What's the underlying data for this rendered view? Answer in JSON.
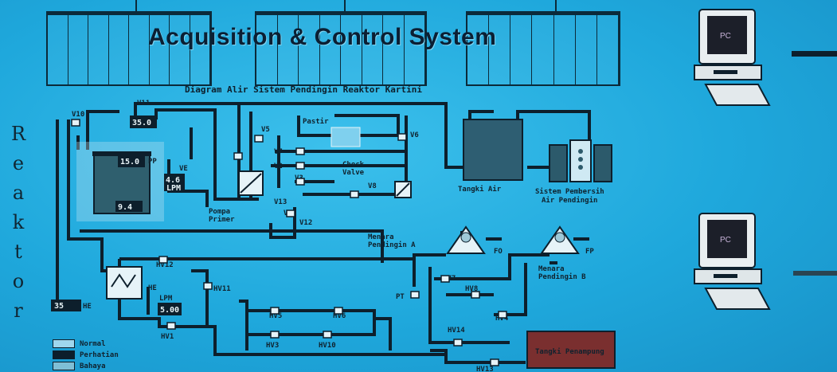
{
  "title": "Acquisition & Control System",
  "diagram_title": "Diagram Alir Sistem Pendingin Reaktor Kartini",
  "vertical_word": [
    "R",
    "e",
    "a",
    "k",
    "t",
    "o",
    "r"
  ],
  "pc_labels": {
    "top": "PC",
    "bottom": "PC"
  },
  "displays": {
    "d_top": "35.0",
    "d_mid": "15.0",
    "d_bottom": "9.4",
    "d_flow": "4.6",
    "d_hx": "35",
    "d_lpm": "5.00"
  },
  "labels": {
    "v10": "V10",
    "v11": "V11",
    "pp": "PP",
    "lpm": "LPM",
    "ve": "VE",
    "pastir": "Pastir",
    "check_valve_1": "Check",
    "check_valve_2": "Valve",
    "v5a": "V5",
    "v6": "V6",
    "v7": "V7",
    "v2": "V2",
    "v3": "V3",
    "v8": "V8",
    "v13": "V13",
    "v9": "V9",
    "v12": "V12",
    "pompa_1": "Pompa",
    "pompa_2": "Primer",
    "tangki": "Tangki Air",
    "pembersih_1": "Sistem Pembersih",
    "pembersih_2": "Air Pendingin",
    "menara_a1": "Menara",
    "menara_a2": "Pendingin A",
    "menara_b1": "Menara",
    "menara_b2": "Pendingin B",
    "hx": "HE",
    "hx_label": "HE",
    "hv12": "HV12",
    "hv11": "HV11",
    "hv1": "HV1",
    "hv5": "HV5",
    "hv6": "HV6",
    "hv3": "HV3",
    "hv10": "HV10",
    "hv7": "HV7",
    "hv8": "HV8",
    "hv4": "HV4",
    "hv14": "HV14",
    "hv13": "HV13",
    "lpm2": "LPM",
    "tank_box": "Tangki Penampung",
    "pt": "PT",
    "fo": "FO",
    "fp": "FP"
  },
  "legend": [
    {
      "label": "Normal",
      "color": "#9fd7ee"
    },
    {
      "label": "Perhatian",
      "color": "#0c1e2c"
    },
    {
      "label": "Bahaya",
      "color": "#7fbfd6"
    }
  ],
  "colors": {
    "pipe": "#0d1f2c",
    "reactor": "#2f5f6e",
    "tank": "#2e5e72",
    "box": "#2c5a6b",
    "tankbox": "#7a2f2f"
  }
}
